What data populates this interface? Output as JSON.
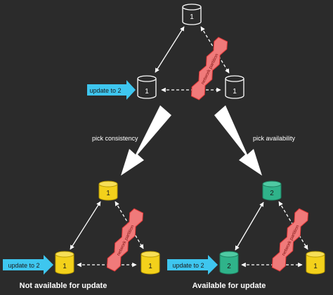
{
  "top": {
    "nodes": [
      {
        "value": "1"
      },
      {
        "value": "1"
      },
      {
        "value": "1"
      }
    ],
    "update_label": "update to 2",
    "partition_label": "network partition"
  },
  "branches": {
    "left_label": "pick consistency",
    "right_label": "pick availability"
  },
  "left": {
    "nodes": [
      {
        "value": "1"
      },
      {
        "value": "1"
      },
      {
        "value": "1"
      }
    ],
    "update_label": "update to 2",
    "partition_label": "network partition",
    "caption": "Not available for update"
  },
  "right": {
    "nodes": [
      {
        "value": "2"
      },
      {
        "value": "2"
      },
      {
        "value": "1"
      }
    ],
    "update_label": "update to 2",
    "partition_label": "network partition",
    "caption": "Available for update"
  },
  "colors": {
    "background": "#2b2b2b",
    "line": "#ffffff",
    "node_plain": "#2b2b2b",
    "node_yellow": "#f3d11b",
    "node_teal": "#2fb38a",
    "update_arrow": "#3ec6ef",
    "partition": "#f07a7a"
  }
}
